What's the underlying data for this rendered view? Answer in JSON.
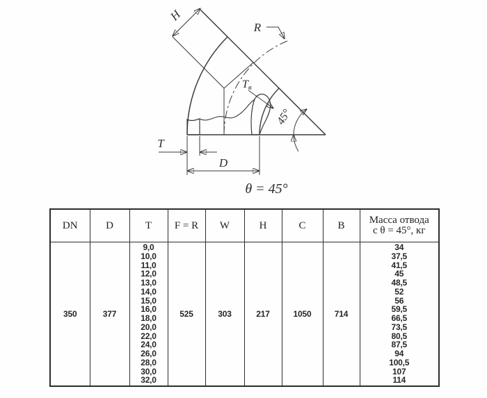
{
  "drawing": {
    "labels": {
      "h": "H",
      "r": "R",
      "t_inner_main": "T",
      "t_inner_sub": "в",
      "angle_45": "45°",
      "t": "T",
      "d": "D",
      "theta_eq": "θ = 45°"
    }
  },
  "table": {
    "headers": {
      "dn": "DN",
      "d": "D",
      "t": "T",
      "fr": "F = R",
      "w": "W",
      "h": "H",
      "c": "C",
      "b": "B",
      "mass_line1": "Масса отвода",
      "mass_line2": "с θ = 45°, кг"
    },
    "row": {
      "dn": "350",
      "d": "377",
      "t_values": [
        "9,0",
        "10,0",
        "11,0",
        "12,0",
        "13,0",
        "14,0",
        "15,0",
        "16,0",
        "18,0",
        "20,0",
        "22,0",
        "24,0",
        "26,0",
        "28,0",
        "30,0",
        "32,0"
      ],
      "fr": "525",
      "w": "303",
      "h": "217",
      "c": "1050",
      "b": "714",
      "mass_values": [
        "34",
        "37,5",
        "41,5",
        "45",
        "48,5",
        "52",
        "56",
        "59,5",
        "66,5",
        "73,5",
        "80,5",
        "87,5",
        "94",
        "100,5",
        "107",
        "114"
      ]
    }
  },
  "colors": {
    "line": "#3a3a3a",
    "table_border": "#2c2c2c",
    "value_text": "#262626",
    "mass_text": "#31405f"
  }
}
